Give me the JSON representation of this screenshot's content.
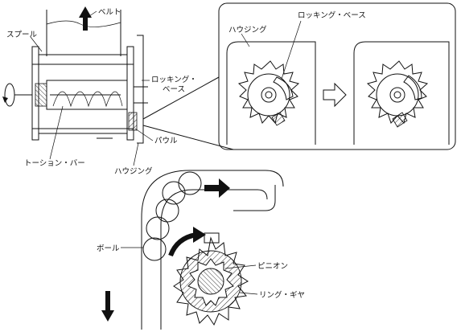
{
  "labels": {
    "belt": "ベルト",
    "spool": "スプール",
    "locking_base_left": "ロッキング・\nベース",
    "pawl": "パウル",
    "torsion_bar": "トーション・バー",
    "housing_bottom": "ハウジング",
    "housing_callout": "ハウジング",
    "locking_base_callout": "ロッキング・ベース",
    "ball": "ボール",
    "pinion": "ピニオン",
    "ring_gear": "リング・ギヤ"
  },
  "icons": {
    "up_arrow": "arrow-up-icon",
    "down_arrow": "arrow-down-icon",
    "right_hollow_arrow": "hollow-arrow-right-icon",
    "rotation_arrow": "rotation-arrow-icon"
  },
  "colors": {
    "ink": "#111111",
    "paper": "#ffffff"
  }
}
